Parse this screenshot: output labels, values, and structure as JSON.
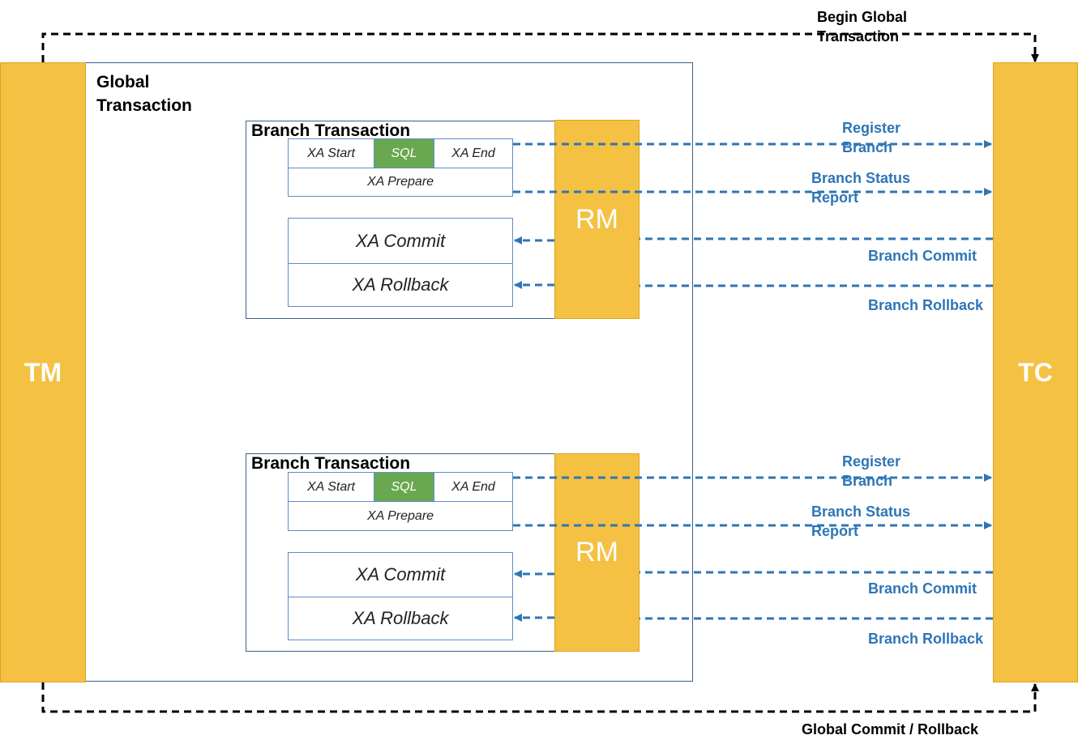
{
  "tm": {
    "label": "TM"
  },
  "tc": {
    "label": "TC"
  },
  "global_transaction": {
    "label_line1": "Global",
    "label_line2": "Transaction"
  },
  "begin_global": {
    "line1": "Begin Global",
    "line2": "Transaction"
  },
  "global_commit": {
    "label": "Global Commit / Rollback"
  },
  "branches": [
    {
      "title": "Branch Transaction",
      "xa_start": "XA Start",
      "sql": "SQL",
      "xa_end": "XA End",
      "xa_prepare": "XA Prepare",
      "xa_commit": "XA Commit",
      "xa_rollback": "XA Rollback",
      "rm": "RM",
      "register_line1": "Register",
      "register_line2": "Branch",
      "status_line1": "Branch Status",
      "status_line2": "Report",
      "commit": "Branch Commit",
      "rollback": "Branch Rollback"
    },
    {
      "title": "Branch Transaction",
      "xa_start": "XA Start",
      "sql": "SQL",
      "xa_end": "XA End",
      "xa_prepare": "XA Prepare",
      "xa_commit": "XA Commit",
      "xa_rollback": "XA Rollback",
      "rm": "RM",
      "register_line1": "Register",
      "register_line2": "Branch",
      "status_line1": "Branch Status",
      "status_line2": "Report",
      "commit": "Branch Commit",
      "rollback": "Branch Rollback"
    }
  ],
  "colors": {
    "component_fill": "#f4c143",
    "sql_fill": "#6aa84f",
    "message_blue": "#2e75b6",
    "box_border": "#3d5f8a"
  }
}
